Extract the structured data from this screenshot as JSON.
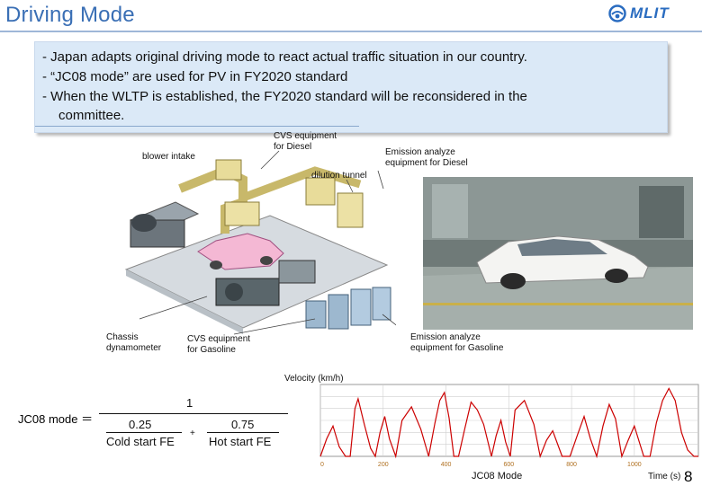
{
  "header": {
    "title": "Driving Mode",
    "logo_text": "MLIT",
    "logo_icon": "mlit-logo-icon"
  },
  "bullets": {
    "lines": [
      "- Japan adapts original driving mode to react actual traffic situation in our country.",
      "- “JC08 mode” are used for PV in FY2020 standard",
      "- When the WLTP is established, the FY2020 standard will be reconsidered in the",
      "  committee."
    ]
  },
  "diagram": {
    "labels": {
      "cvs_diesel": "CVS equipment\nfor Diesel",
      "blower": "blower intake",
      "emission_diesel": "Emission analyze\nequipment for Diesel",
      "dilution": "dilution tunnel",
      "chassis": "Chassis\ndynamometer",
      "cvs_gasoline": "CVS equipment\nfor Gasoline",
      "emission_gasoline": "Emission analyze\nequipment for Gasoline"
    }
  },
  "formula": {
    "lhs": "JC08 mode ＝",
    "numerator": "1",
    "cold_coef": "0.25",
    "cold_label": "Cold start FE",
    "plus": "+",
    "hot_coef": "0.75",
    "hot_label": "Hot start FE"
  },
  "chart_data": {
    "type": "line",
    "title": "Velocity (km/h)",
    "xlabel": "Time (s)",
    "series_label": "JC08 Mode",
    "x_ticks": [
      "0",
      "200",
      "400",
      "600",
      "800",
      "1000"
    ],
    "xlim": [
      0,
      1204
    ],
    "ylim": [
      0,
      90
    ],
    "color": "#cc0000",
    "grid": true,
    "x": [
      0,
      20,
      40,
      60,
      80,
      95,
      110,
      120,
      140,
      160,
      175,
      190,
      205,
      220,
      240,
      260,
      290,
      320,
      345,
      365,
      380,
      395,
      410,
      425,
      440,
      460,
      480,
      500,
      520,
      545,
      560,
      575,
      590,
      605,
      620,
      650,
      680,
      700,
      720,
      740,
      770,
      795,
      820,
      840,
      860,
      880,
      900,
      920,
      940,
      960,
      980,
      1000,
      1030,
      1050,
      1070,
      1090,
      1110,
      1130,
      1150,
      1170,
      1190,
      1204
    ],
    "y": [
      0,
      22,
      38,
      12,
      0,
      0,
      60,
      72,
      40,
      10,
      0,
      30,
      50,
      22,
      0,
      45,
      62,
      34,
      0,
      42,
      70,
      80,
      48,
      0,
      0,
      35,
      68,
      58,
      40,
      0,
      26,
      45,
      18,
      0,
      58,
      70,
      40,
      0,
      20,
      32,
      0,
      0,
      28,
      50,
      22,
      0,
      38,
      65,
      47,
      0,
      20,
      38,
      0,
      0,
      42,
      70,
      85,
      70,
      30,
      8,
      0,
      0
    ]
  },
  "footer": {
    "page": "8"
  }
}
